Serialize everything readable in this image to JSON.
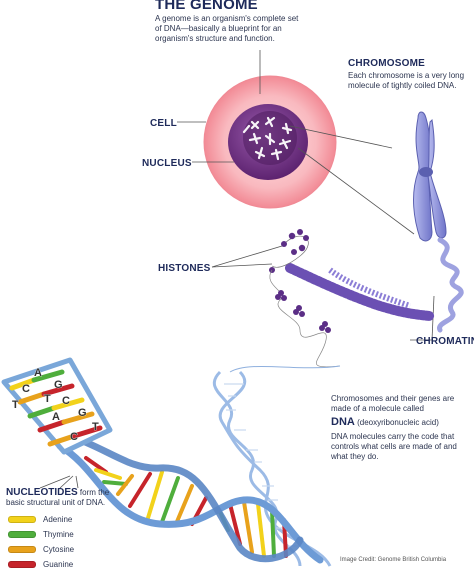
{
  "title": "THE GENOME",
  "intro": "A genome is an organism's complete set of DNA—basically a blueprint for an organism's structure and function.",
  "labels": {
    "cell": "CELL",
    "nucleus": "NUCLEUS",
    "chromosome": "CHROMOSOME",
    "histones": "HISTONES",
    "chromatin": "CHROMATIN"
  },
  "chromosome_text": "Each chromosome is a very long molecule of tightly coiled DNA.",
  "dna": {
    "text1": "Chromosomes and their genes are made of a molecule called",
    "heading": "DNA",
    "heading_note": "(deoxyribonucleic acid)",
    "text2": "DNA molecules carry the code that controls what cells are made of and what they do."
  },
  "nucleotides": {
    "heading": "NUCLEOTIDES",
    "text": "form the basic structural unit of  DNA.",
    "letters": [
      "A",
      "C",
      "T",
      "G",
      "T",
      "C",
      "A",
      "G",
      "T",
      "C"
    ]
  },
  "legend": [
    {
      "label": "Adenine",
      "color": "#f2d21b"
    },
    {
      "label": "Thymine",
      "color": "#4fae3c"
    },
    {
      "label": "Cytosine",
      "color": "#e8a21c"
    },
    {
      "label": "Guanine",
      "color": "#c6242b"
    }
  ],
  "credit": "Image Credit: Genome British Columbia",
  "colors": {
    "label_text": "#1e2a5a",
    "cell": "#f7a7ad",
    "nucleus": "#7a3c8c",
    "chromosome": "#8a8fd6",
    "dna_backbone": "#6d9bd6"
  }
}
